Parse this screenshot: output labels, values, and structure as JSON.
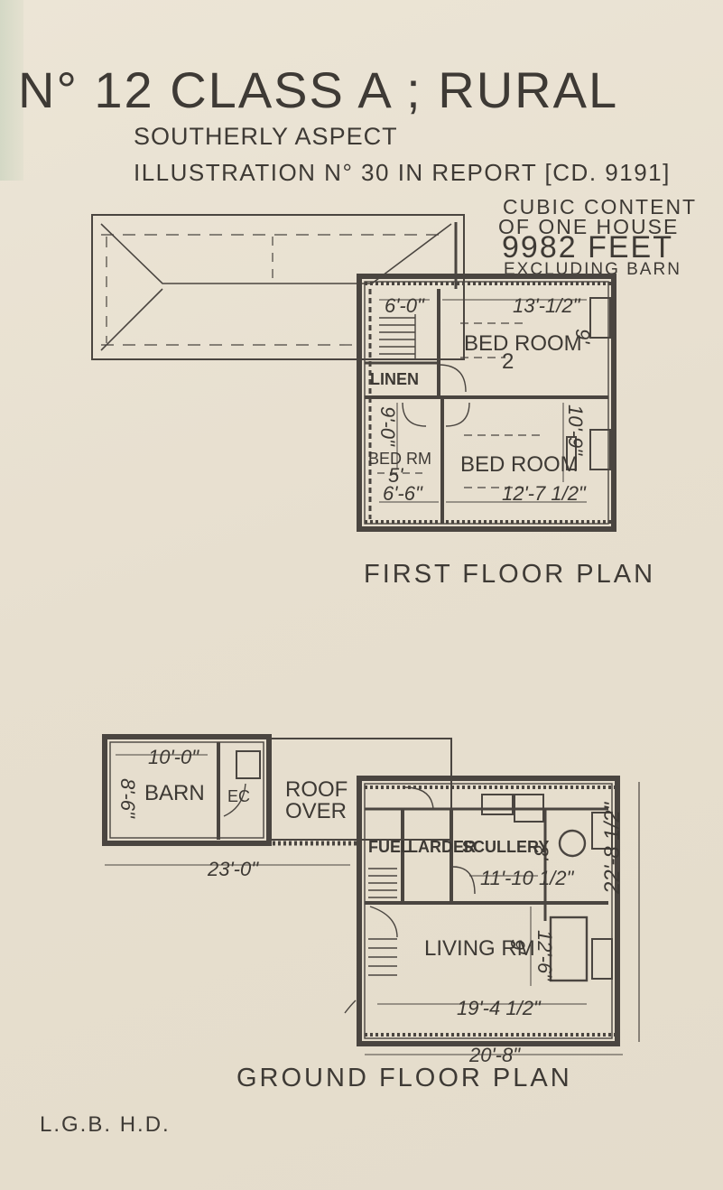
{
  "header": {
    "title": "N° 12   CLASS A ; RURAL",
    "aspect": "SOUTHERLY ASPECT",
    "illustration": "ILLUSTRATION N° 30   IN  REPORT [CD. 9191]"
  },
  "cubic_content": {
    "line1": "CUBIC  CONTENT",
    "line2": "OF  ONE  HOUSE",
    "value": "9982  FEET",
    "line4": "EXCLUDING  BARN"
  },
  "first_floor": {
    "title": "FIRST  FLOOR  PLAN",
    "rooms": {
      "bed_room_2": "BED ROOM",
      "bed_room_2_num": "2",
      "linen": "LINEN",
      "bed_rm_small": "BED RM",
      "bed_room_large": "BED ROOM"
    },
    "dims": {
      "width_6_0": "6'-0\"",
      "width_13_half": "13'-1/2\"",
      "height_9": "9'",
      "width_6_6": "6'-6\"",
      "width_12_7": "12'-7 1/2\"",
      "height_10_9": "10'-9\"",
      "height_9_0": "9'-0\"",
      "height_5": "5'"
    }
  },
  "ground_floor": {
    "title": "GROUND  FLOOR  PLAN",
    "rooms": {
      "barn": "BARN",
      "roof_over_1": "ROOF",
      "roof_over_2": "OVER",
      "ec": "EC",
      "fuel": "FUEL",
      "larder": "LARDER",
      "scullery": "SCULLERY",
      "living": "LIVING RM"
    },
    "dims": {
      "barn_width": "10'-0\"",
      "barn_height": "8'-6\"",
      "overall_23": "23'-0\"",
      "scullery_width": "11'-10 1/2\"",
      "scullery_depth": "8'",
      "living_width": "19'-4 1/2\"",
      "living_height": "12'-6\"",
      "living_side": "9'",
      "overall_20": "20'-8\"",
      "overall_22": "22'-8 1/2\""
    }
  },
  "signature": "L.G.B.  H.D.",
  "colors": {
    "paper": "#e9e1d1",
    "ink": "#3f3a34",
    "wall": "#4a4540"
  }
}
